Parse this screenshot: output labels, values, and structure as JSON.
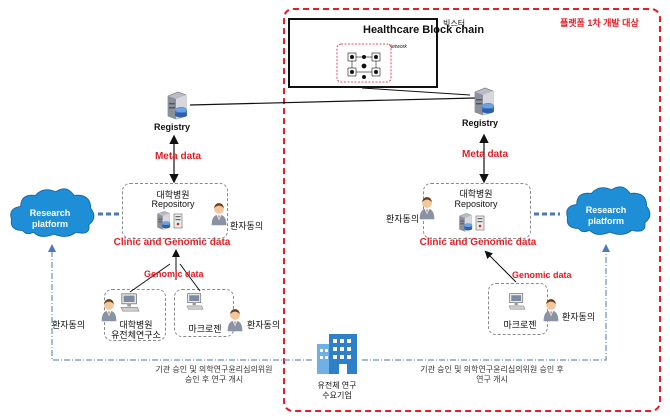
{
  "scope_label": "플랫폼 1차 개발 대상",
  "bixter_label": "빅스터",
  "blockchain": {
    "title": "Healthcare Block chain",
    "network_label": "Blockchain Network"
  },
  "left": {
    "registry_label": "Registry",
    "meta_label": "Meta data",
    "hospital_name": "대학병원",
    "repository_label": "Repository",
    "consent_hospital": "환자동의",
    "clinic_label": "Clinic and Genomic data",
    "genomic_label": "Genomic data",
    "consent_institute": "환자동의",
    "institute_line1": "대학병원",
    "institute_line2": "유전체연구소",
    "macrogen_label": "마크로젠",
    "consent_macrogen": "환자동의",
    "research_line1": "Research",
    "research_line2": "platform",
    "approval_line1": "기관 승인 및 의학연구윤리심의위원",
    "approval_line2": "승인 후 연구 개시"
  },
  "right": {
    "registry_label": "Registry",
    "meta_label": "Meta data",
    "hospital_name": "대학병원",
    "repository_label": "Repository",
    "consent_hospital": "환자동의",
    "clinic_label": "Clinic and Genomic data",
    "genomic_label": "Genomic data",
    "macrogen_label": "마크로젠",
    "consent_macrogen": "환자동의",
    "research_line1": "Research",
    "research_line2": "platform",
    "approval_line1": "기관 승인 및 의학연구윤리심의위원 승인 후",
    "approval_line2": "연구 개시"
  },
  "company": {
    "line1": "유전체 연구",
    "line2": "수요기업"
  },
  "colors": {
    "accent_red": "#e41e26",
    "cloud_blue": "#1e8fd6",
    "dash_blue": "#4a78b8",
    "building_blue": "#2f80c9"
  },
  "icons": [
    "server-icon",
    "blockchain-network-icon",
    "computer-icon",
    "person-icon",
    "cloud-icon",
    "building-icon"
  ]
}
